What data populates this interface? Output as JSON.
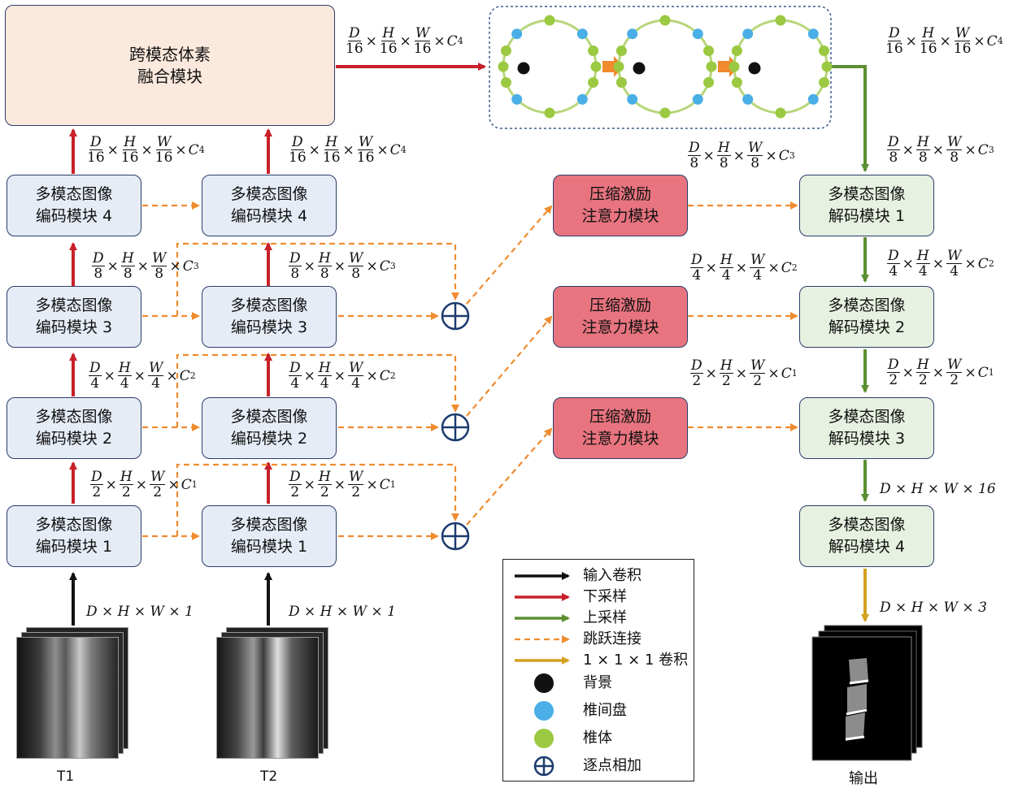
{
  "fusion_module": {
    "line1": "跨模态体素",
    "line2": "融合模块"
  },
  "encoders": {
    "col1": [
      {
        "line1": "多模态图像",
        "line2": "编码模块 4"
      },
      {
        "line1": "多模态图像",
        "line2": "编码模块 3"
      },
      {
        "line1": "多模态图像",
        "line2": "编码模块 2"
      },
      {
        "line1": "多模态图像",
        "line2": "编码模块 1"
      }
    ],
    "col2": [
      {
        "line1": "多模态图像",
        "line2": "编码模块 4"
      },
      {
        "line1": "多模态图像",
        "line2": "编码模块 3"
      },
      {
        "line1": "多模态图像",
        "line2": "编码模块 2"
      },
      {
        "line1": "多模态图像",
        "line2": "编码模块 1"
      }
    ]
  },
  "se_modules": [
    {
      "line1": "压缩激励",
      "line2": "注意力模块"
    },
    {
      "line1": "压缩激励",
      "line2": "注意力模块"
    },
    {
      "line1": "压缩激励",
      "line2": "注意力模块"
    }
  ],
  "decoders": [
    {
      "line1": "多模态图像",
      "line2": "解码模块 1"
    },
    {
      "line1": "多模态图像",
      "line2": "解码模块 2"
    },
    {
      "line1": "多模态图像",
      "line2": "解码模块 3"
    },
    {
      "line1": "多模态图像",
      "line2": "解码模块 4"
    }
  ],
  "symbols": {
    "D": "D",
    "H": "H",
    "W": "W",
    "times": "×",
    "den16": "16",
    "den8": "8",
    "den4": "4",
    "den2": "2",
    "C4": "4",
    "C3": "3",
    "C2": "2",
    "C1": "1",
    "C": "C"
  },
  "dims_plain": {
    "input": "D × H × W × 1",
    "dec4": "D × H × W × 16",
    "out": "D × H × W × 3"
  },
  "inputs": {
    "t1": "T1",
    "t2": "T2"
  },
  "output_label": "输出",
  "legend": [
    {
      "label": "输入卷积",
      "kind": "arrow",
      "color": "#111111"
    },
    {
      "label": "下采样",
      "kind": "arrow",
      "color": "#c8202a"
    },
    {
      "label": "上采样",
      "kind": "arrow",
      "color": "#5b8f33"
    },
    {
      "label": "跳跃连接",
      "kind": "dashed",
      "color": "#ef8c30"
    },
    {
      "label": "1 × 1 × 1 卷积",
      "kind": "arrow",
      "color": "#d4a020"
    },
    {
      "label": "背景",
      "kind": "dot",
      "color": "#111111"
    },
    {
      "label": "椎间盘",
      "kind": "dot",
      "color": "#4aafe6"
    },
    {
      "label": "椎体",
      "kind": "dot",
      "color": "#9bc941"
    },
    {
      "label": "逐点相加",
      "kind": "plus",
      "color": "#1c3b6e"
    }
  ],
  "colors": {
    "downsample": "#c8202a",
    "upsample": "#5b8f33",
    "skip": "#ef8c30",
    "conv1": "#d4a020",
    "input": "#111111",
    "background_node": "#111111",
    "disc_node": "#4aafe6",
    "vertebra_node": "#9bc941",
    "ring": "#b7d67a"
  }
}
